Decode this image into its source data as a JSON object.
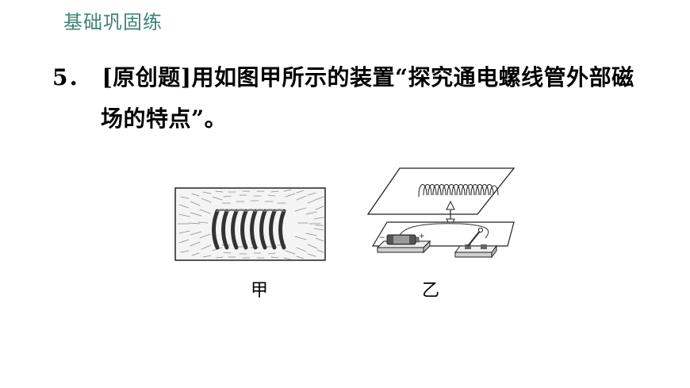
{
  "header": {
    "title": "基础巩固练"
  },
  "question": {
    "number": "5．",
    "line1": "[原创题]用如图甲所示的装置“探究通电螺线管外部磁",
    "line2": "场的特点”。"
  },
  "figures": {
    "jia": {
      "caption": "甲",
      "icon": "solenoid-iron-filings-icon"
    },
    "yi": {
      "caption": "乙",
      "icon": "solenoid-circuit-apparatus-icon",
      "battery_minus": "−",
      "battery_plus": "+"
    }
  }
}
